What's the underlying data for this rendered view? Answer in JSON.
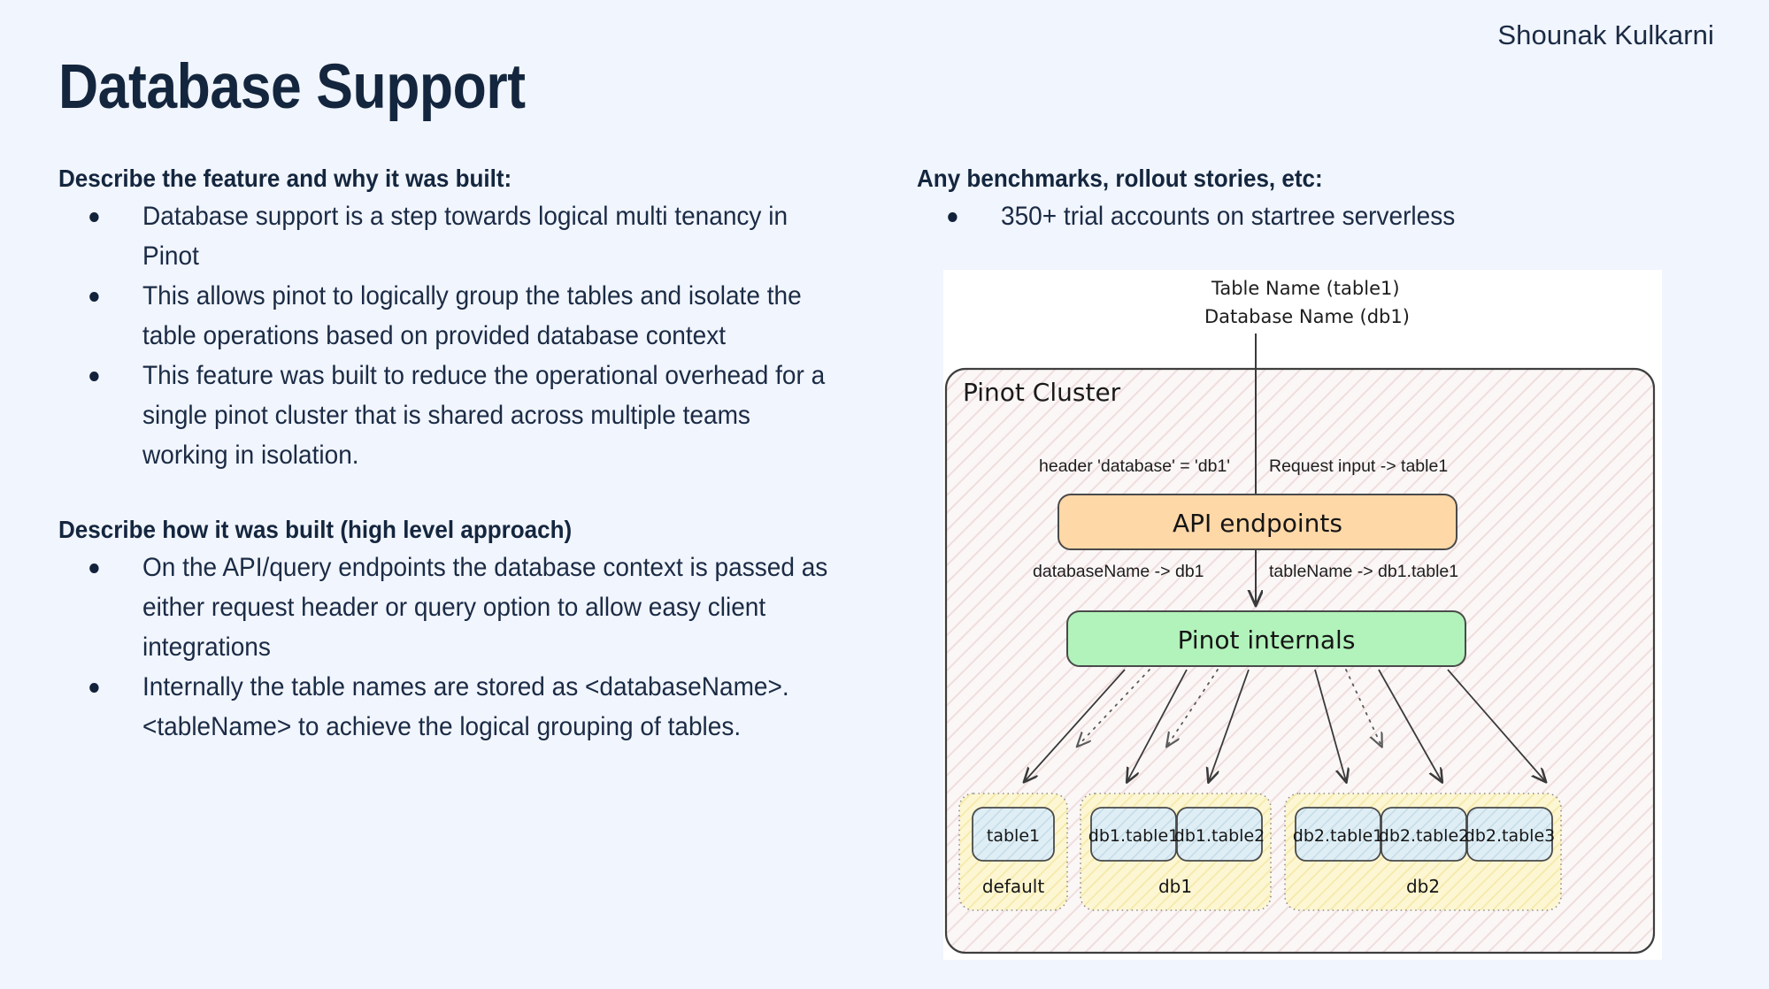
{
  "meta": {
    "bg_color": "#f1f5fd",
    "text_color": "#1b2b45",
    "title_color": "#14263e"
  },
  "header": {
    "author": "Shounak Kulkarni",
    "title": "Database Support"
  },
  "left_column": {
    "section1": {
      "heading": "Describe the feature and why it was built:",
      "bullets": [
        "Database support is a step towards logical multi tenancy in Pinot",
        "This allows pinot to logically group the tables and isolate the table operations based on provided database context",
        "This feature was built to reduce the operational overhead for a single pinot cluster that is shared across multiple teams working in isolation."
      ]
    },
    "section2": {
      "heading": "Describe how it was built (high level approach)",
      "bullets": [
        "On the API/query endpoints the database context is passed as either request header or query option to allow easy client integrations",
        "Internally the table names are stored as <databaseName>.<tableName> to achieve the logical grouping of tables."
      ]
    }
  },
  "right_column": {
    "section1": {
      "heading": "Any benchmarks, rollout stories, etc:",
      "bullets": [
        "350+ trial accounts on startree serverless"
      ]
    }
  },
  "diagram": {
    "top_labels": [
      "Table Name (table1)",
      "Database Name (db1)"
    ],
    "cluster_label": "Pinot Cluster",
    "annotations": [
      "header 'database' = 'db1'",
      "Request input -> table1",
      "databaseName -> db1",
      "tableName -> db1.table1"
    ],
    "nodes": [
      {
        "id": "api",
        "label": "API endpoints",
        "color": "#ffd8a8",
        "stroke": "#4a4a4a"
      },
      {
        "id": "internals",
        "label": "Pinot internals",
        "color": "#b2f2bb",
        "stroke": "#4a4a4a"
      }
    ],
    "groups": [
      {
        "name": "default",
        "color": "#fff3bf",
        "tables": [
          "table1"
        ]
      },
      {
        "name": "db1",
        "color": "#fff3bf",
        "tables": [
          "db1.table1",
          "db1.table2"
        ]
      },
      {
        "name": "db2",
        "color": "#fff3bf",
        "tables": [
          "db2.table1",
          "db2.table2",
          "db2.table3"
        ]
      }
    ],
    "table_box_color": "#cfe3ec",
    "cluster_fill": "#fbf7f6"
  }
}
